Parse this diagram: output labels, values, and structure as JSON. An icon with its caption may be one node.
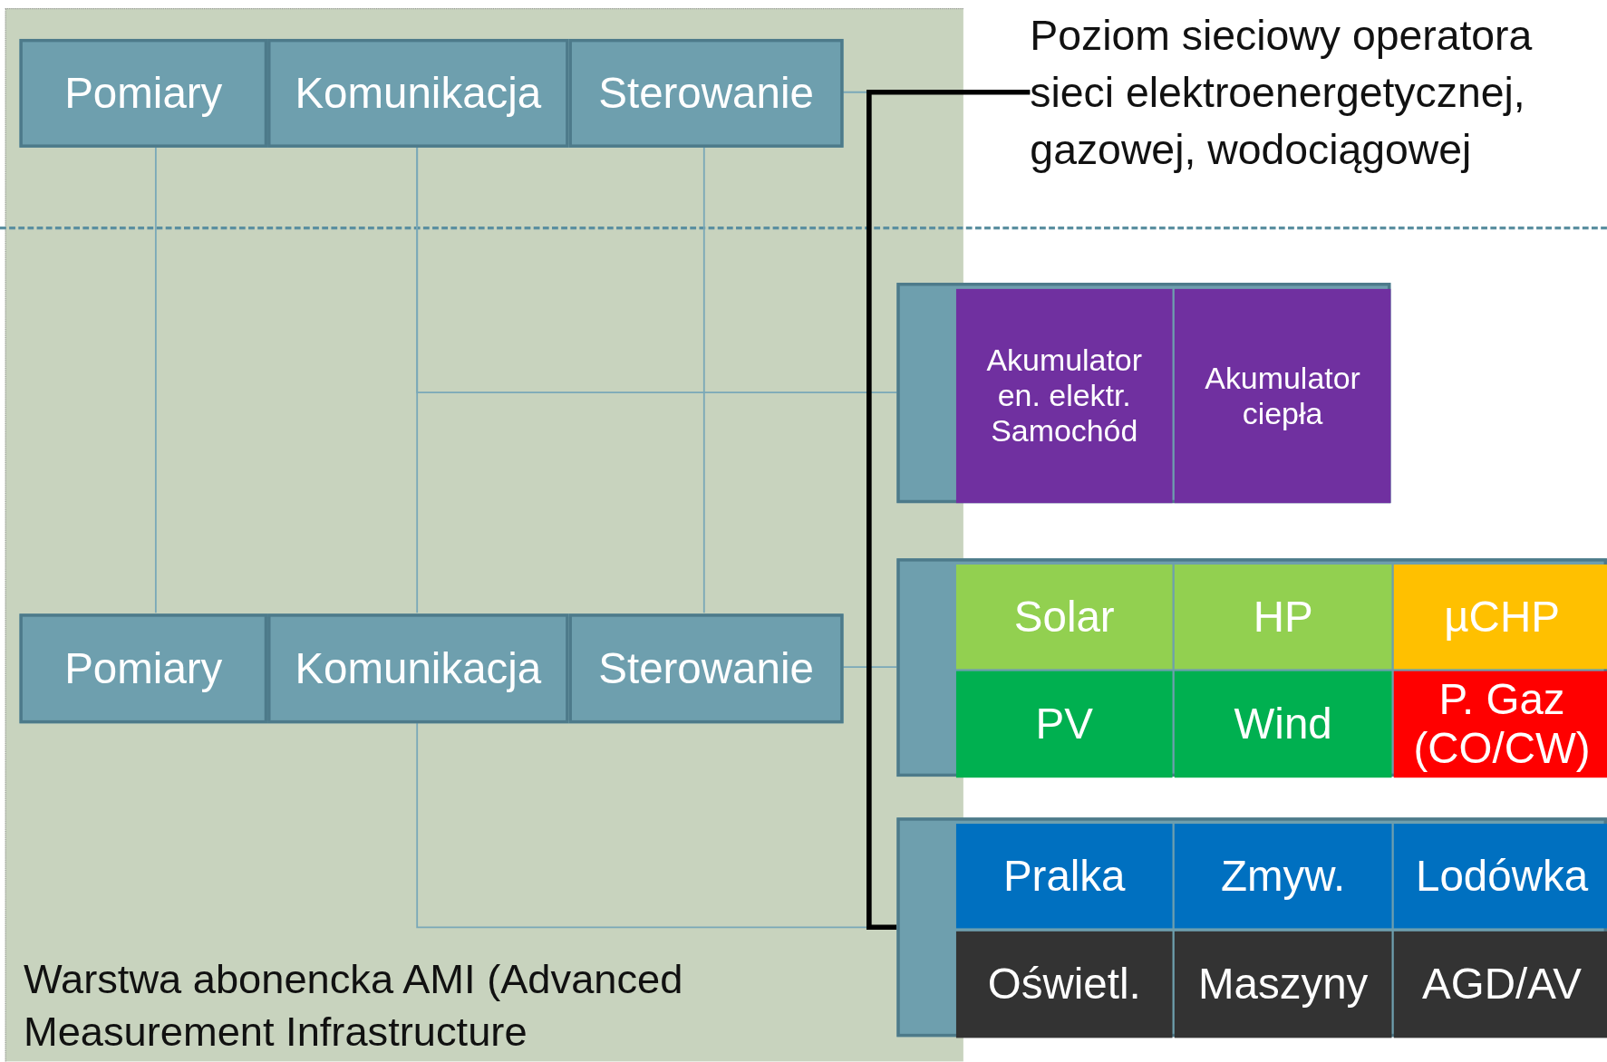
{
  "diagram": {
    "nodes": [
      {
        "text": [
          "Warstwa abonencka AMI (Advanced Measurement Infrastructure"
        ]
      },
      {
        "text": [
          "Pomiary"
        ],
        "in": 0
      },
      {
        "text": [
          "Komunikacja"
        ],
        "in": 0
      },
      {
        "text": [
          "Sterowanie"
        ],
        "in": 0
      },
      {
        "text": [
          "Pomiary"
        ],
        "in": 0
      },
      {
        "text": [
          "Komunikacja"
        ],
        "in": 0
      },
      {
        "text": [
          "Sterowanie"
        ],
        "in": 0
      },
      {
        "text": [
          "Poziom sieciowy operatora sieci elektroenergetycznej, gazowej, wodociągowej"
        ]
      },
      {
        "text": [],
        "shape": "box"
      },
      {
        "text": [
          "Akumulator en. elektr. Samochód"
        ],
        "in": 8
      },
      {
        "text": [
          "Akumulator ciepła"
        ],
        "in": 8
      },
      {
        "text": [],
        "shape": "box"
      },
      {
        "text": [
          "Solar"
        ],
        "in": 11
      },
      {
        "text": [
          "HP"
        ],
        "in": 11
      },
      {
        "text": [
          "µCHP"
        ],
        "in": 11
      },
      {
        "text": [
          "PV"
        ],
        "in": 11
      },
      {
        "text": [
          "Wind"
        ],
        "in": 11
      },
      {
        "text": [
          "P. Gaz (CO/CW)"
        ],
        "in": 11
      },
      {
        "text": [],
        "shape": "box"
      },
      {
        "text": [
          "Pralka"
        ],
        "in": 18
      },
      {
        "text": [
          "Zmyw."
        ],
        "in": 18
      },
      {
        "text": [
          "Lodówka"
        ],
        "in": 18
      },
      {
        "text": [
          "Oświetl."
        ],
        "in": 18
      },
      {
        "text": [
          "Maszyny"
        ],
        "in": 18
      },
      {
        "text": [
          "AGD/AV"
        ],
        "in": 18
      }
    ],
    "edges": [
      {
        "from": 1,
        "to": 4,
        "arrow": "none"
      },
      {
        "from": 2,
        "to": 5,
        "arrow": "none"
      },
      {
        "from": 3,
        "to": 6,
        "arrow": "none"
      },
      {
        "from": 2,
        "to": 8,
        "arrow": "none"
      },
      {
        "from": 3,
        "to": 7,
        "arrow": "none"
      },
      {
        "from": 6,
        "to": 11,
        "arrow": "none"
      },
      {
        "from": 5,
        "to": 18,
        "arrow": "none"
      },
      {
        "from": 7,
        "to": 18,
        "arrow": "none",
        "style": "thick",
        "color": "#000000"
      }
    ]
  }
}
